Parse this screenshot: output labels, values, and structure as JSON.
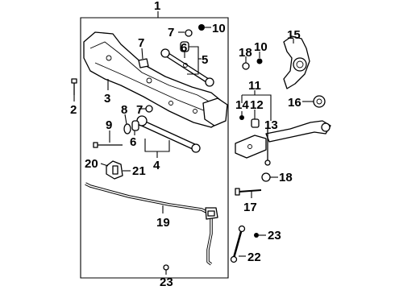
{
  "callouts": {
    "c1": "1",
    "c2": "2",
    "c3": "3",
    "c4": "4",
    "c5": "5",
    "c6a": "6",
    "c6b": "6",
    "c7a": "7",
    "c7b": "7",
    "c7c": "7",
    "c8": "8",
    "c9": "9",
    "c10a": "10",
    "c10b": "10",
    "c11": "11",
    "c12": "12",
    "c13": "13",
    "c14": "14",
    "c15": "15",
    "c16": "16",
    "c17": "17",
    "c18a": "18",
    "c18b": "18",
    "c19": "19",
    "c20": "20",
    "c21": "21",
    "c22": "22",
    "c23a": "23",
    "c23b": "23"
  }
}
